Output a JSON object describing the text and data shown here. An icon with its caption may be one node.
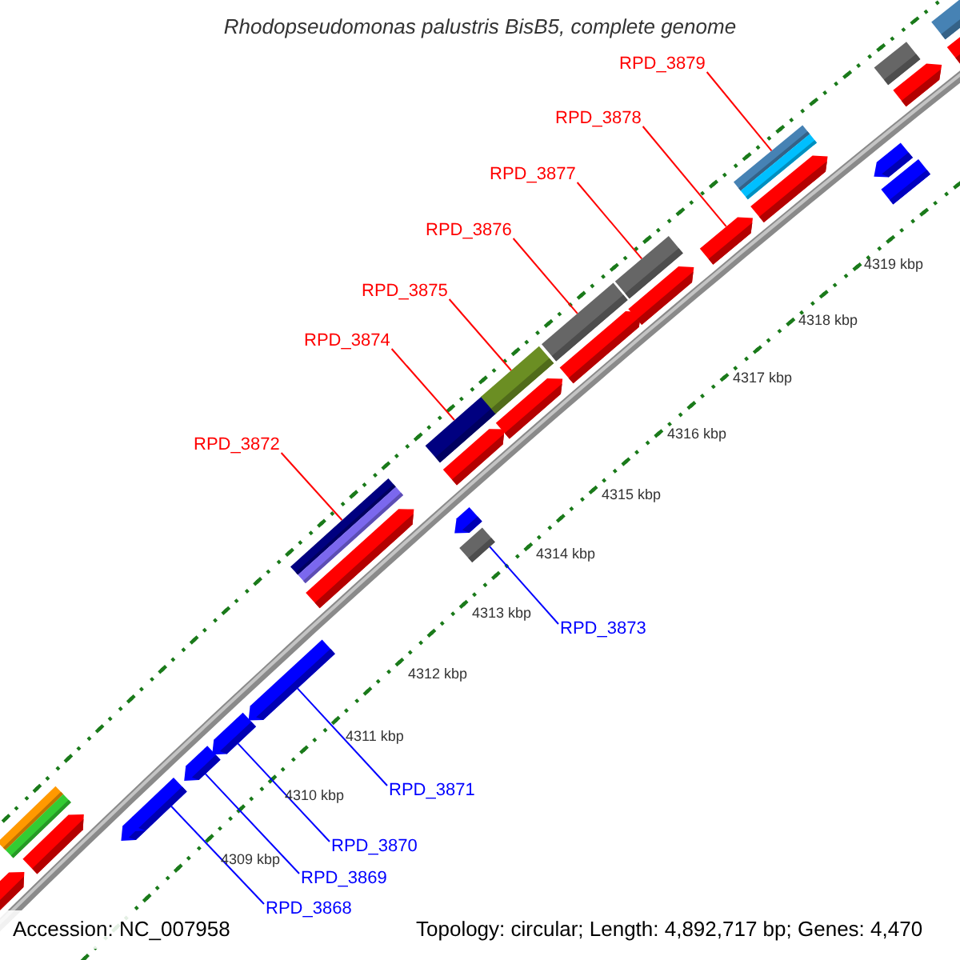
{
  "diagram": {
    "title": "Rhodopseudomonas palustris BisB5, complete genome",
    "nodes": [
      {
        "text": [
          "RPD_3879"
        ]
      },
      {
        "text": [
          "RPD_3878"
        ]
      },
      {
        "text": [
          "RPD_3877"
        ]
      },
      {
        "text": [
          "RPD_3876"
        ]
      },
      {
        "text": [
          "RPD_3875"
        ]
      },
      {
        "text": [
          "RPD_3874"
        ]
      },
      {
        "text": [
          "RPD_3872"
        ]
      },
      {
        "text": [
          "RPD_3873"
        ]
      },
      {
        "text": [
          "RPD_3871"
        ]
      },
      {
        "text": [
          "RPD_3870"
        ]
      },
      {
        "text": [
          "RPD_3869"
        ]
      },
      {
        "text": [
          "RPD_3868"
        ]
      },
      {
        "text": [],
        "shape": "arrow"
      },
      {
        "text": [],
        "shape": "arrow"
      },
      {
        "text": [],
        "shape": "arrow"
      },
      {
        "text": [],
        "shape": "arrow"
      },
      {
        "text": [],
        "shape": "arrow"
      },
      {
        "text": [],
        "shape": "arrow"
      },
      {
        "text": [],
        "shape": "arrow"
      },
      {
        "text": [],
        "shape": "arrow"
      },
      {
        "text": [],
        "shape": "arrow"
      },
      {
        "text": [],
        "shape": "arrow"
      },
      {
        "text": [],
        "shape": "arrow"
      },
      {
        "text": [],
        "shape": "arrow"
      },
      {
        "text": [],
        "shape": "arrow"
      },
      {
        "text": [],
        "shape": "arrow"
      },
      {
        "text": [],
        "shape": "arrow"
      },
      {
        "text": [],
        "shape": "arrow"
      },
      {
        "text": [],
        "shape": "arrow"
      },
      {
        "text": [],
        "shape": "arrow"
      }
    ],
    "edges": [
      {
        "from": 0,
        "to": 26,
        "arrow": "none"
      },
      {
        "from": 1,
        "to": 25,
        "arrow": "none"
      },
      {
        "from": 2,
        "to": 24,
        "arrow": "none"
      },
      {
        "from": 3,
        "to": 23,
        "arrow": "none"
      },
      {
        "from": 4,
        "to": 22,
        "arrow": "none"
      },
      {
        "from": 5,
        "to": 21,
        "arrow": "none"
      },
      {
        "from": 6,
        "to": 19,
        "arrow": "none"
      },
      {
        "from": 7,
        "to": 20,
        "arrow": "none",
        "color": "#0000ff"
      },
      {
        "from": 8,
        "to": 18,
        "arrow": "none",
        "color": "#0000ff"
      },
      {
        "from": 9,
        "to": 17,
        "arrow": "none",
        "color": "#0000ff"
      },
      {
        "from": 10,
        "to": 16,
        "arrow": "none",
        "color": "#0000ff"
      },
      {
        "from": 11,
        "to": 15,
        "arrow": "none",
        "color": "#0000ff"
      }
    ],
    "labels": [
      "4319 kbp",
      "4318 kbp",
      "4317 kbp",
      "4316 kbp",
      "4315 kbp",
      "4314 kbp",
      "4313 kbp",
      "4312 kbp",
      "4311 kbp",
      "4310 kbp",
      "4309 kbp",
      "Accession: NC_007958",
      "Topology: circular; Length: 4,892,717 bp; Genes: 4,470"
    ]
  }
}
